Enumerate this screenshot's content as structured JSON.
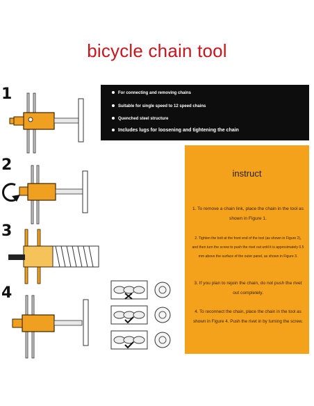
{
  "title": "bicycle chain tool",
  "steps": [
    "1",
    "2",
    "3",
    "4"
  ],
  "features": [
    "For connecting and removing chains",
    "Suitable for single speed to 12 speed chains",
    "Quenched steel structure",
    "Includes lugs for loosening and tightening the chain"
  ],
  "instruct": {
    "title": "instruct",
    "items": [
      "1. To remove a chain link, place the chain in the tool as shown in Figure 1.",
      "2. Tighten the bolt at the front end of the tool (as shown in Figure 2), and then turn the screw to push the rivet out until it is approximately 0.5 mm above the surface of the outer panel, as shown in Figure 3.",
      "3. If you plan to rejoin the chain, do not push the rivet out completely.",
      "4. To reconnect the chain, place the chain in the tool as shown in Figure 4. Push the rivet in by turning the screw."
    ]
  },
  "colors": {
    "title": "#c8161d",
    "tool": "#f0a020",
    "panel": "#f4a11c",
    "features_bg": "#0d0d0d"
  }
}
